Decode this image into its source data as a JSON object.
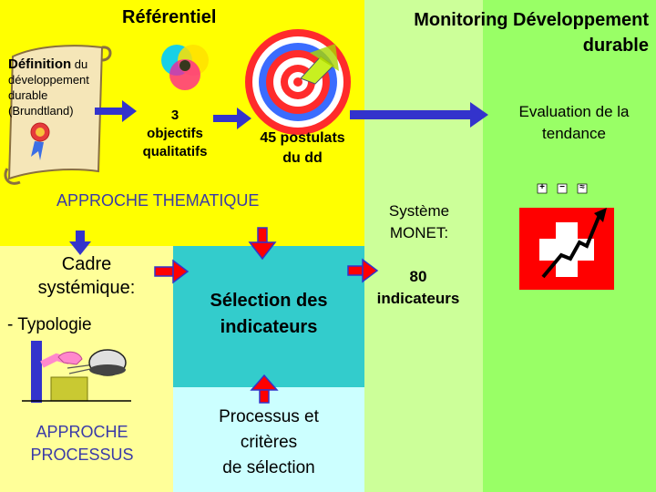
{
  "colors": {
    "yellow": "#ffff00",
    "light_yellow": "#ffff99",
    "light_green": "#ccff99",
    "green": "#99ff66",
    "teal": "#33cccc",
    "light_cyan": "#ccffff",
    "arrow_blue": "#3333cc",
    "arrow_red": "#ff0000"
  },
  "header": {
    "referentiel": "Référentiel",
    "monitoring": "Monitoring Développement",
    "monitoring_line2": "durable"
  },
  "definition": {
    "line1_bold": "Définition",
    "line1_rest": " du",
    "line2": "développement",
    "line3": "durable",
    "line4": "(Brundtland)"
  },
  "objectifs": {
    "line1": "3",
    "line2": "objectifs",
    "line3": "qualitatifs"
  },
  "postulats": {
    "line1": "45 postulats",
    "line2": "du dd"
  },
  "evaluation": {
    "line1": "Evaluation de la",
    "line2": "tendance"
  },
  "trend_symbols": [
    "+",
    "−",
    "≈"
  ],
  "approche_thematique": "APPROCHE THEMATIQUE",
  "monet": {
    "line1": "Système",
    "line2": "MONET:"
  },
  "indicateurs80": {
    "line1": "80",
    "line2": "indicateurs"
  },
  "cadre": {
    "line1": "Cadre",
    "line2": "systémique:"
  },
  "typologie": "- Typologie",
  "approche_processus": {
    "line1": "APPROCHE",
    "line2": "PROCESSUS"
  },
  "selection": {
    "line1": "Sélection des",
    "line2": "indicateurs"
  },
  "processus": {
    "line1": "Processus et",
    "line2": "critères",
    "line3": "de sélection"
  },
  "icons": {
    "scroll": "scroll-icon",
    "color_wheel": "color-wheel-icon",
    "target": "target-icon",
    "swiss_chart": "swiss-trend-chart-icon",
    "typology": "typology-illustration-icon"
  }
}
